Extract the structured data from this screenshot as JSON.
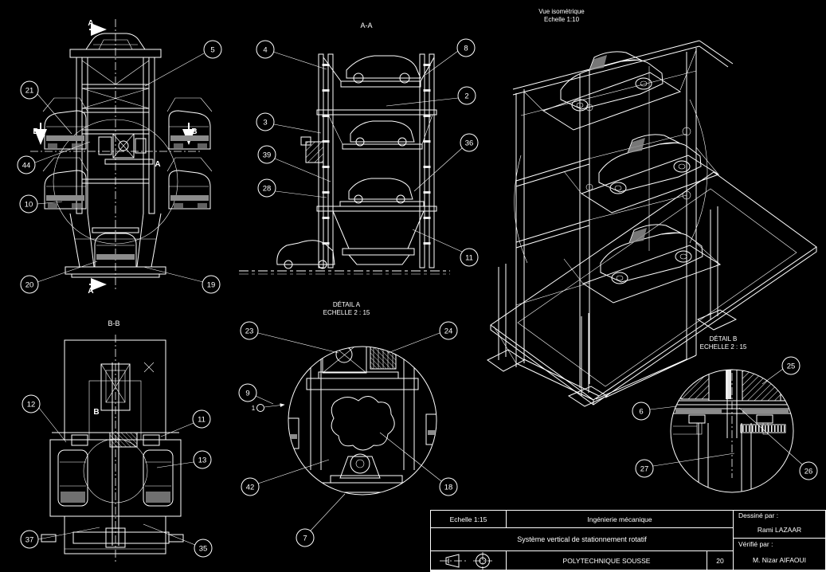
{
  "sheet": {
    "background": "#000000",
    "line_color": "#ffffff",
    "accent_gray": "#8c8c8c"
  },
  "views": {
    "front": {
      "section_top_label": "A",
      "section_bottom_label": "A",
      "section_left_label": "B",
      "section_right_label": "B",
      "detail_marker": "A",
      "balloons": [
        "5",
        "21",
        "44",
        "10",
        "20",
        "19"
      ]
    },
    "section_aa": {
      "title": "A-A",
      "balloons": [
        "4",
        "8",
        "2",
        "3",
        "39",
        "36",
        "28",
        "11"
      ]
    },
    "isometric": {
      "title": "Vue isométrique",
      "scale": "Echelle 1:10"
    },
    "section_bb": {
      "title": "B-B",
      "detail_marker": "B",
      "balloons": [
        "12",
        "11",
        "13",
        "37",
        "35"
      ]
    },
    "detail_a": {
      "title": "DÉTAIL A",
      "scale": "ECHELLE 2 : 15",
      "item_label": "1",
      "balloons": [
        "23",
        "24",
        "9",
        "42",
        "18",
        "7"
      ]
    },
    "detail_b": {
      "title": "DÉTAIL B",
      "scale": "ECHELLE 2 : 15",
      "balloons": [
        "25",
        "6",
        "27",
        "26"
      ]
    }
  },
  "title_block": {
    "scale": "Echelle 1:15",
    "discipline": "Ingénierie mécanique",
    "drawing_title": "Système vertical de stationnement rotatif",
    "organization": "POLYTECHNIQUE SOUSSE",
    "sheet_number": "20",
    "drawn_by_label": "Dessiné par :",
    "drawn_by_name": "Rami LAZAAR",
    "checked_by_label": "Vérifié par :",
    "checked_by_name": "M. Nizar AIFAOUI"
  }
}
